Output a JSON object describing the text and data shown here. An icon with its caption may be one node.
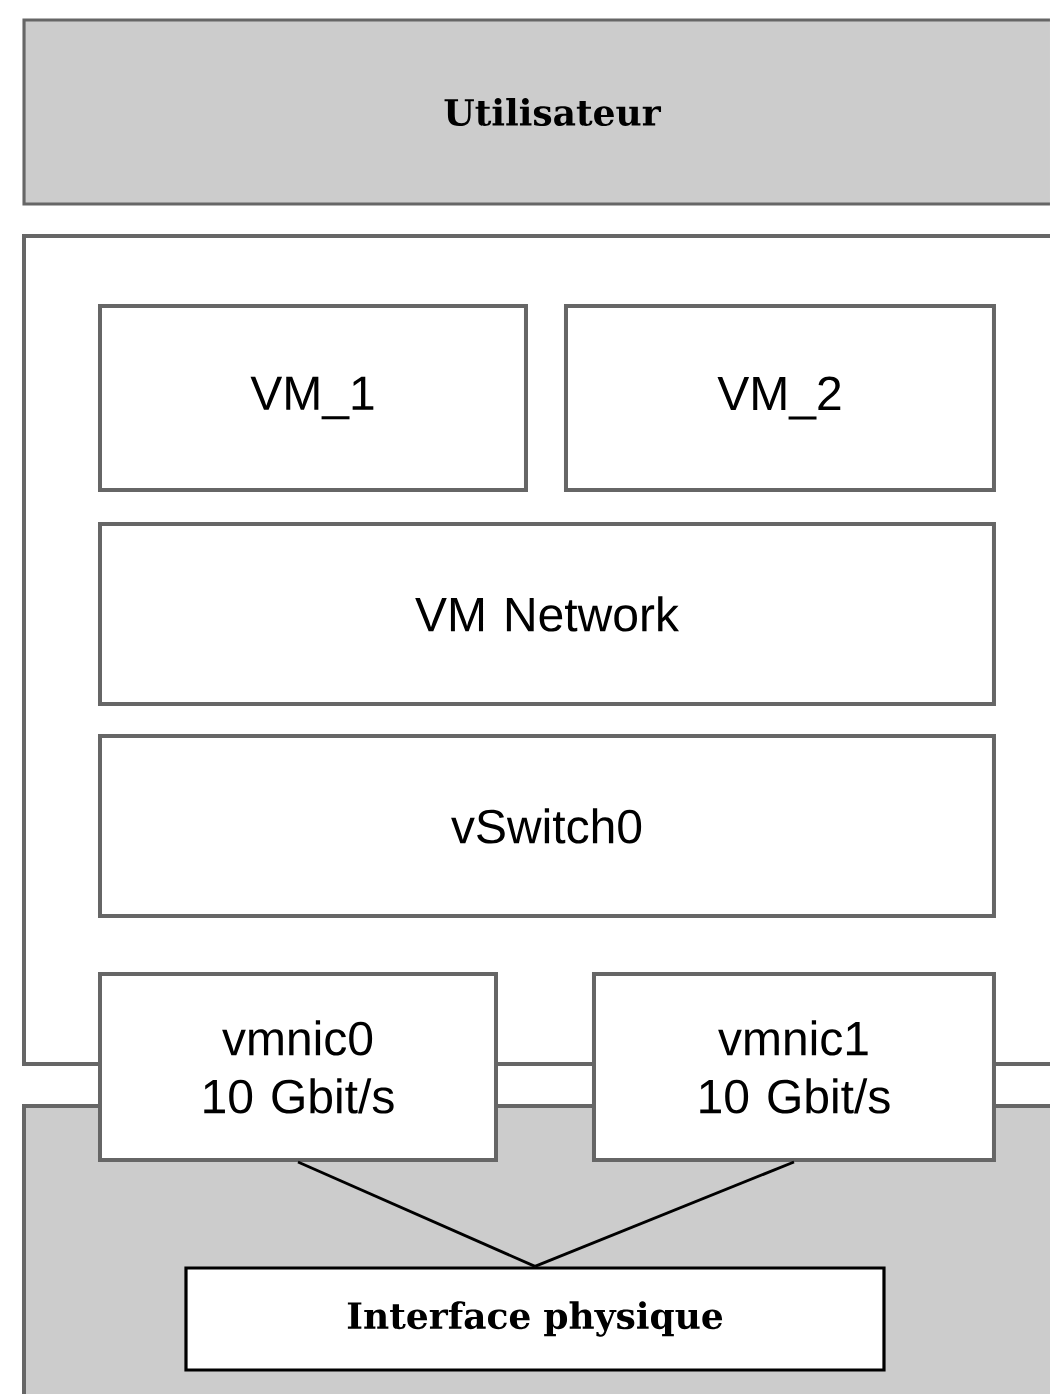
{
  "diagram": {
    "nodes": [
      {
        "text": [
          "Utilisateur"
        ]
      },
      {
        "text": [],
        "shape": "box"
      },
      {
        "text": [
          "VM_1"
        ],
        "in": 1
      },
      {
        "text": [
          "VM_2"
        ],
        "in": 1
      },
      {
        "text": [
          "VM Network"
        ],
        "in": 1
      },
      {
        "text": [
          "vSwitch0"
        ],
        "in": 1
      },
      {
        "text": [
          "vmnic0 10 Gbit/s"
        ]
      },
      {
        "text": [
          "vmnic1 10 Gbit/s"
        ]
      },
      {
        "text": [],
        "shape": "box"
      },
      {
        "text": [
          "Interface physique"
        ],
        "in": 8
      }
    ],
    "edges": [
      {
        "from": 6,
        "to": 9,
        "arrow": "none"
      },
      {
        "from": 7,
        "to": 9,
        "arrow": "none"
      }
    ]
  }
}
